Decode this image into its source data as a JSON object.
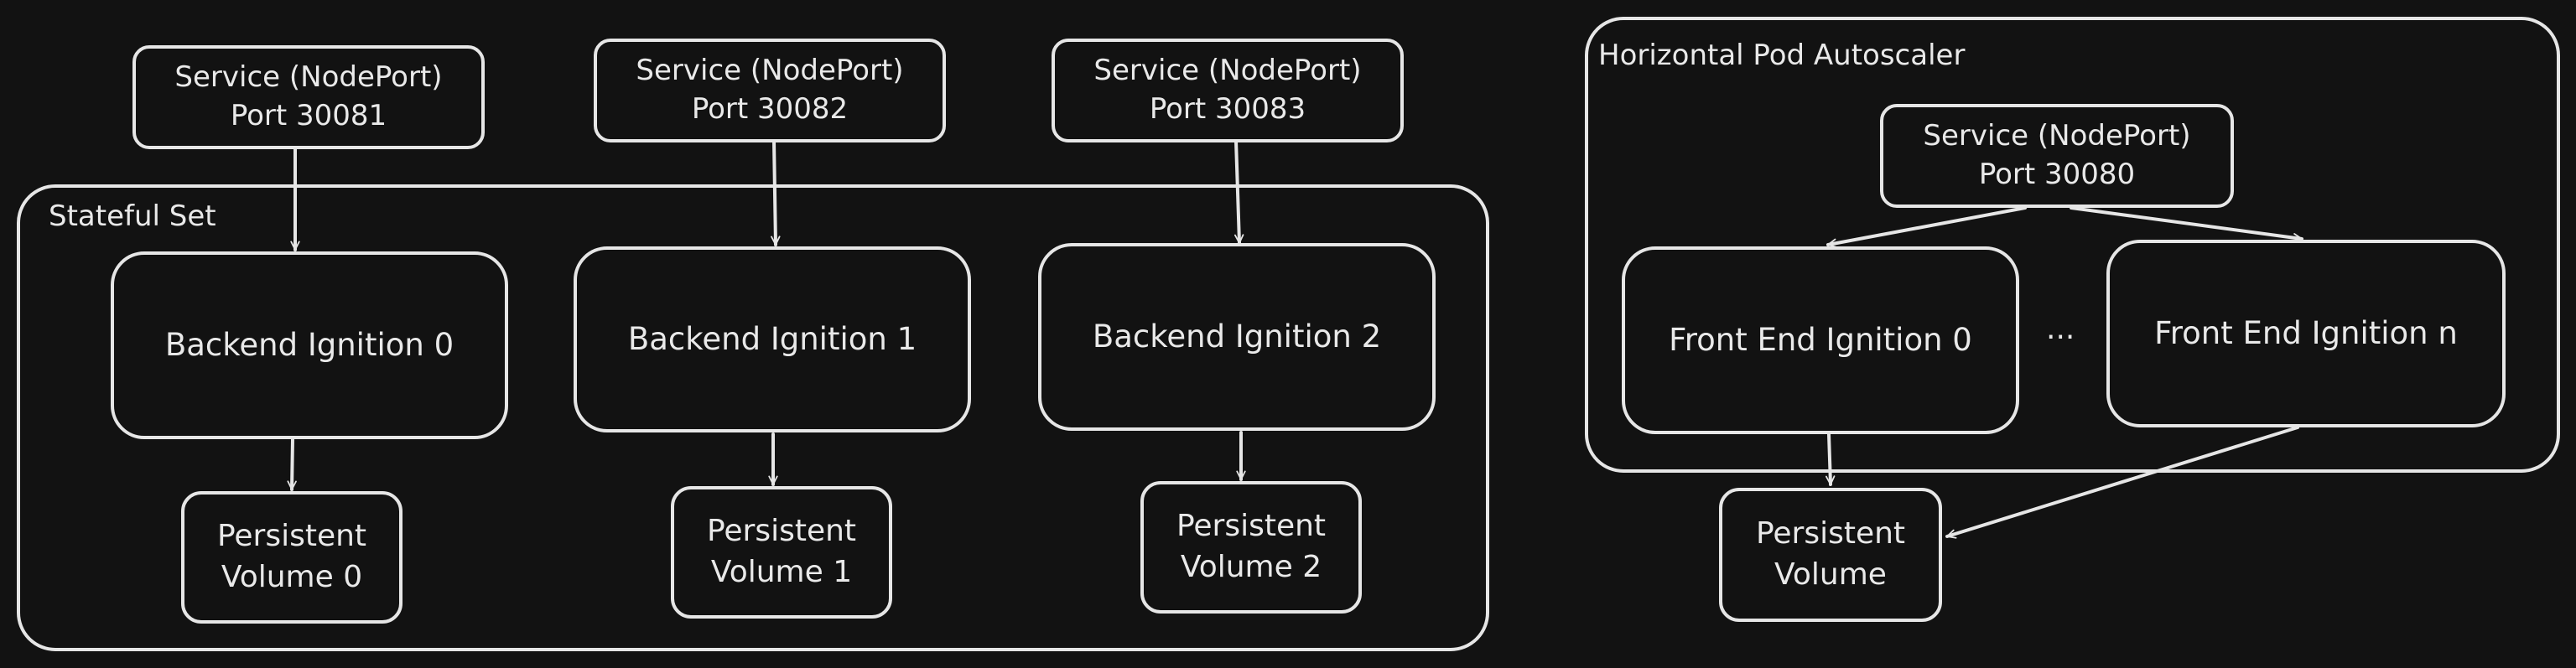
{
  "diagram": {
    "stateful_set": {
      "label": "Stateful Set",
      "services": [
        {
          "line1": "Service (NodePort)",
          "line2": "Port 30081"
        },
        {
          "line1": "Service (NodePort)",
          "line2": "Port 30082"
        },
        {
          "line1": "Service (NodePort)",
          "line2": "Port 30083"
        }
      ],
      "pods": [
        {
          "label": "Backend Ignition 0"
        },
        {
          "label": "Backend Ignition 1"
        },
        {
          "label": "Backend Ignition 2"
        }
      ],
      "volumes": [
        {
          "line1": "Persistent",
          "line2": "Volume 0"
        },
        {
          "line1": "Persistent",
          "line2": "Volume 1"
        },
        {
          "line1": "Persistent",
          "line2": "Volume 2"
        }
      ]
    },
    "hpa": {
      "label": "Horizontal Pod Autoscaler",
      "service": {
        "line1": "Service (NodePort)",
        "line2": "Port 30080"
      },
      "pods": [
        {
          "label": "Front End Ignition 0"
        },
        {
          "label": "Front End Ignition n"
        }
      ],
      "ellipsis": "...",
      "volume": {
        "line1": "Persistent",
        "line2": "Volume"
      }
    },
    "colors": {
      "background": "#121212",
      "stroke": "#e6e6e6",
      "text": "#e9e9e9"
    }
  }
}
